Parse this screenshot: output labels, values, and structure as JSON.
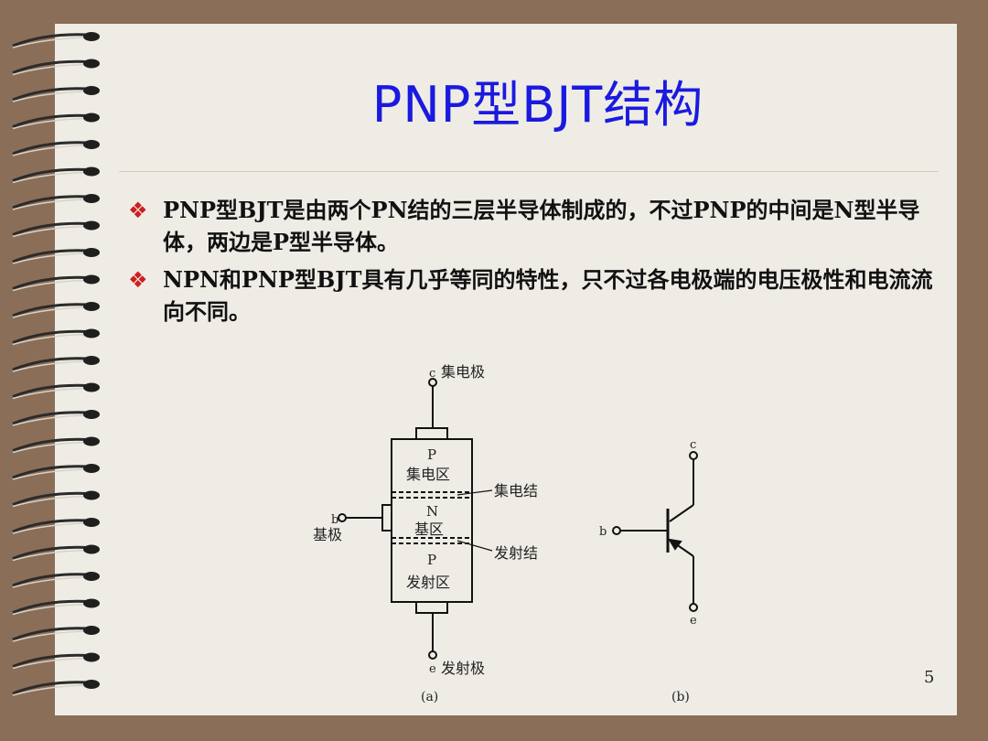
{
  "slide": {
    "title": "PNP型BJT结构",
    "bullets": [
      {
        "icon": "diamond-bullet-icon",
        "text": "PNP型BJT是由两个PN结的三层半导体制成的，不过PNP的中间是N型半导体，两边是P型半导体。"
      },
      {
        "icon": "diamond-bullet-icon",
        "text": "NPN和PNP型BJT具有几乎等同的特性，只不过各电极端的电压极性和电流流向不同。"
      }
    ],
    "page_number": "5"
  },
  "figure_a": {
    "collector_terminal": "c",
    "collector_label": "集电极",
    "top_region_type": "P",
    "top_region_name": "集电区",
    "collector_junction": "集电结",
    "base_terminal": "b",
    "base_label": "基极",
    "middle_region_type": "N",
    "middle_region_name": "基区",
    "emitter_junction": "发射结",
    "bottom_region_type": "P",
    "bottom_region_name": "发射区",
    "emitter_terminal": "e",
    "emitter_label": "发射极",
    "caption": "(a)"
  },
  "figure_b": {
    "collector_terminal": "c",
    "base_terminal": "b",
    "emitter_terminal": "e",
    "caption": "(b)"
  },
  "colors": {
    "background": "#8b6e58",
    "paper": "#efece6",
    "title": "#1a1adf",
    "bullet": "#cc1f1f"
  }
}
